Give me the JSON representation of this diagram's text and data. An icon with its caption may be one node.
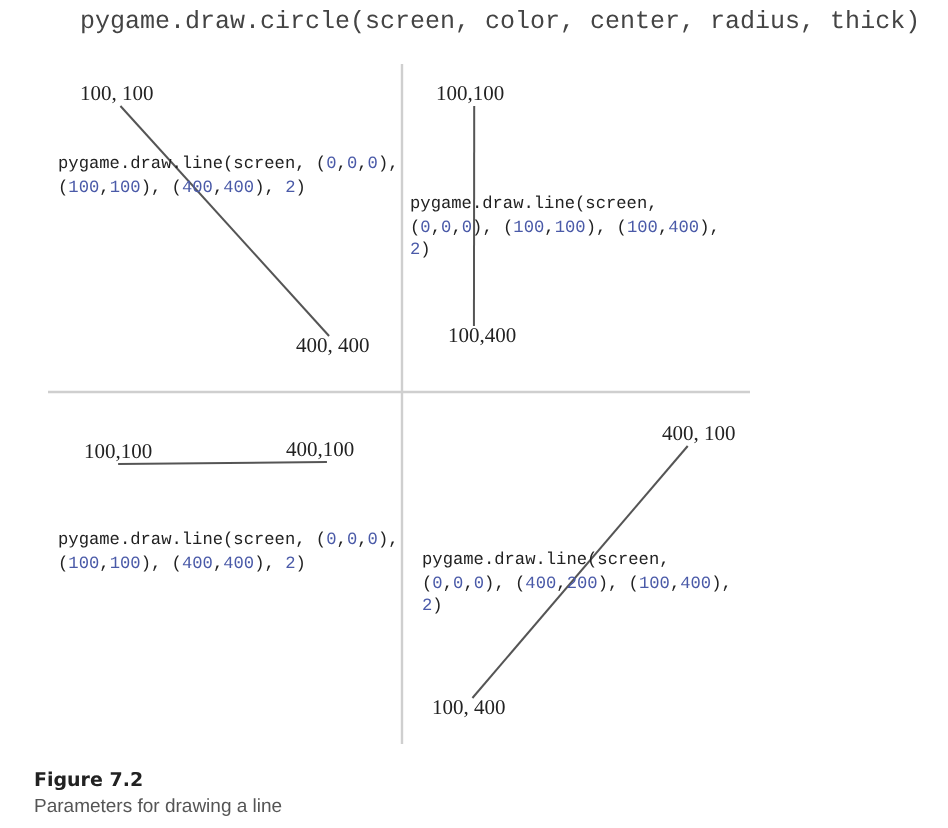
{
  "diagram": {
    "title": "pygame.draw.circle(screen, color, center, radius, thick)",
    "caption": "Parameters for drawing a line",
    "nodes": [
      {
        "text": [
          "100, 100"
        ]
      },
      {
        "text": [
          "400, 400"
        ]
      },
      {
        "text": [
          "100,100"
        ]
      },
      {
        "text": [
          "100,400"
        ]
      },
      {
        "text": [
          "100,100"
        ]
      },
      {
        "text": [
          "400,100"
        ]
      },
      {
        "text": [
          "400, 100"
        ]
      },
      {
        "text": [
          "100, 400"
        ]
      }
    ],
    "edges": [
      {
        "from": 0,
        "to": 1,
        "arrow": "none"
      },
      {
        "from": 2,
        "to": 3,
        "arrow": "none"
      },
      {
        "from": 4,
        "to": 5,
        "arrow": "none"
      },
      {
        "from": 6,
        "to": 7,
        "arrow": "none"
      }
    ],
    "labels": [
      "pygame.draw.line(screen, (0,0,0), (100,100), (400,400), 2)",
      "pygame.draw.line(screen, (0,0,0), (100,100), (100,400), 2)",
      "pygame.draw.line(screen, (0,0,0), (100,100), (400,400), 2)",
      "pygame.draw.line(screen, (0,0,0), (400,200), (100,400), 2)",
      "Figure 7.2"
    ]
  }
}
